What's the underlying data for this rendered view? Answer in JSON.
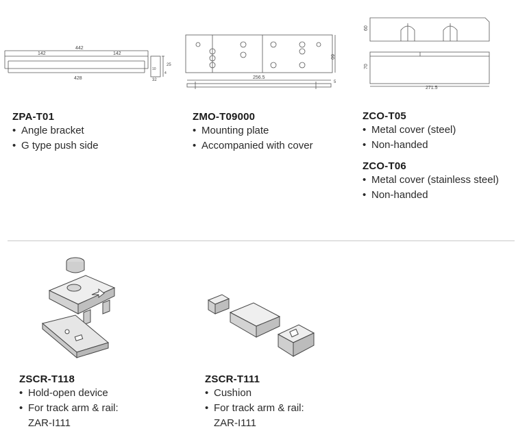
{
  "products": [
    {
      "code": "ZPA-T01",
      "bullets": [
        "Angle bracket",
        "G type push side"
      ],
      "drawing": {
        "dims": [
          "442",
          "142",
          "142",
          "428",
          "25",
          "32",
          "10",
          "4"
        ]
      }
    },
    {
      "code": "ZMO-T09000",
      "bullets": [
        "Mounting plate",
        "Accompanied with cover"
      ],
      "drawing": {
        "dims": [
          "60",
          "256.5",
          "5"
        ]
      }
    },
    {
      "code": "ZCO-T05",
      "bullets": [
        "Metal cover (steel)",
        "Non-handed"
      ],
      "drawing": {
        "dims": [
          "60",
          "70",
          "271.5"
        ]
      }
    },
    {
      "code": "ZCO-T06",
      "bullets": [
        "Metal cover (stainless steel)",
        "Non-handed"
      ]
    },
    {
      "code": "ZSCR-T118",
      "bullets": [
        "Hold-open device",
        "For track arm & rail:"
      ],
      "sub": "ZAR-I111"
    },
    {
      "code": "ZSCR-T111",
      "bullets": [
        "Cushion",
        "For track arm & rail:"
      ],
      "sub": "ZAR-I111"
    }
  ],
  "bullet_char": "•"
}
